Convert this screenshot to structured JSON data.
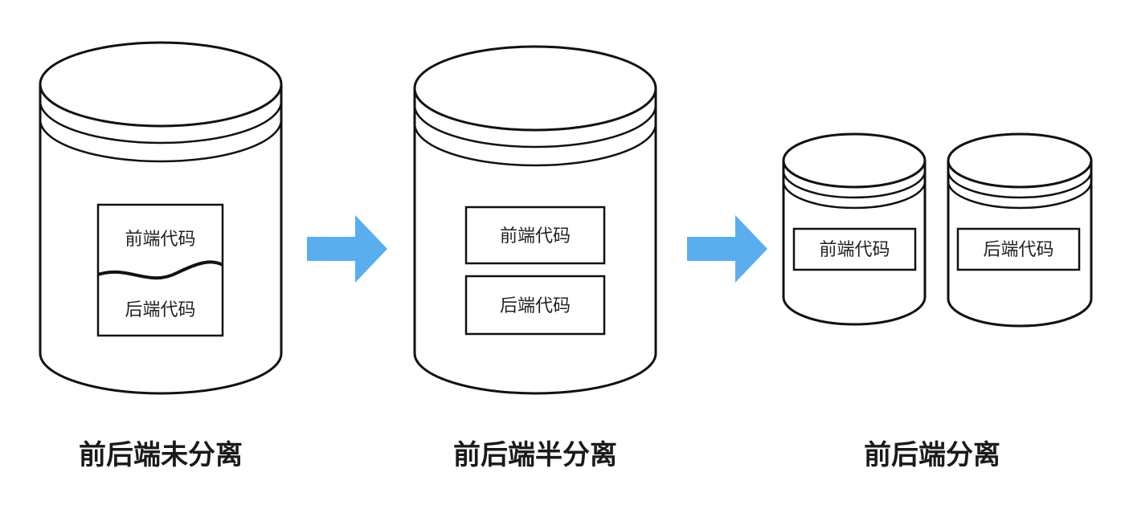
{
  "colors": {
    "arrow": "#5aaeee",
    "line": "#111111",
    "text": "#222222"
  },
  "stages": [
    {
      "caption": "前后端未分离",
      "labels": [
        "前端代码",
        "后端代码"
      ]
    },
    {
      "caption": "前后端半分离",
      "labels": [
        "前端代码",
        "后端代码"
      ]
    },
    {
      "caption": "前后端分离",
      "labels": [
        "前端代码",
        "后端代码"
      ]
    }
  ]
}
